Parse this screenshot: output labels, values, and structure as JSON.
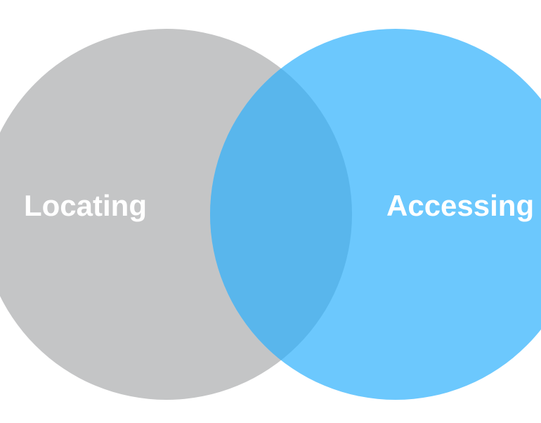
{
  "diagram": {
    "type": "venn",
    "sets": [
      {
        "id": "left",
        "label": "Locating",
        "color": "#c4c5c6"
      },
      {
        "id": "right",
        "label": "Accessing",
        "color": "#6cc8fd"
      }
    ],
    "intersection_color": "#59b6ec"
  }
}
